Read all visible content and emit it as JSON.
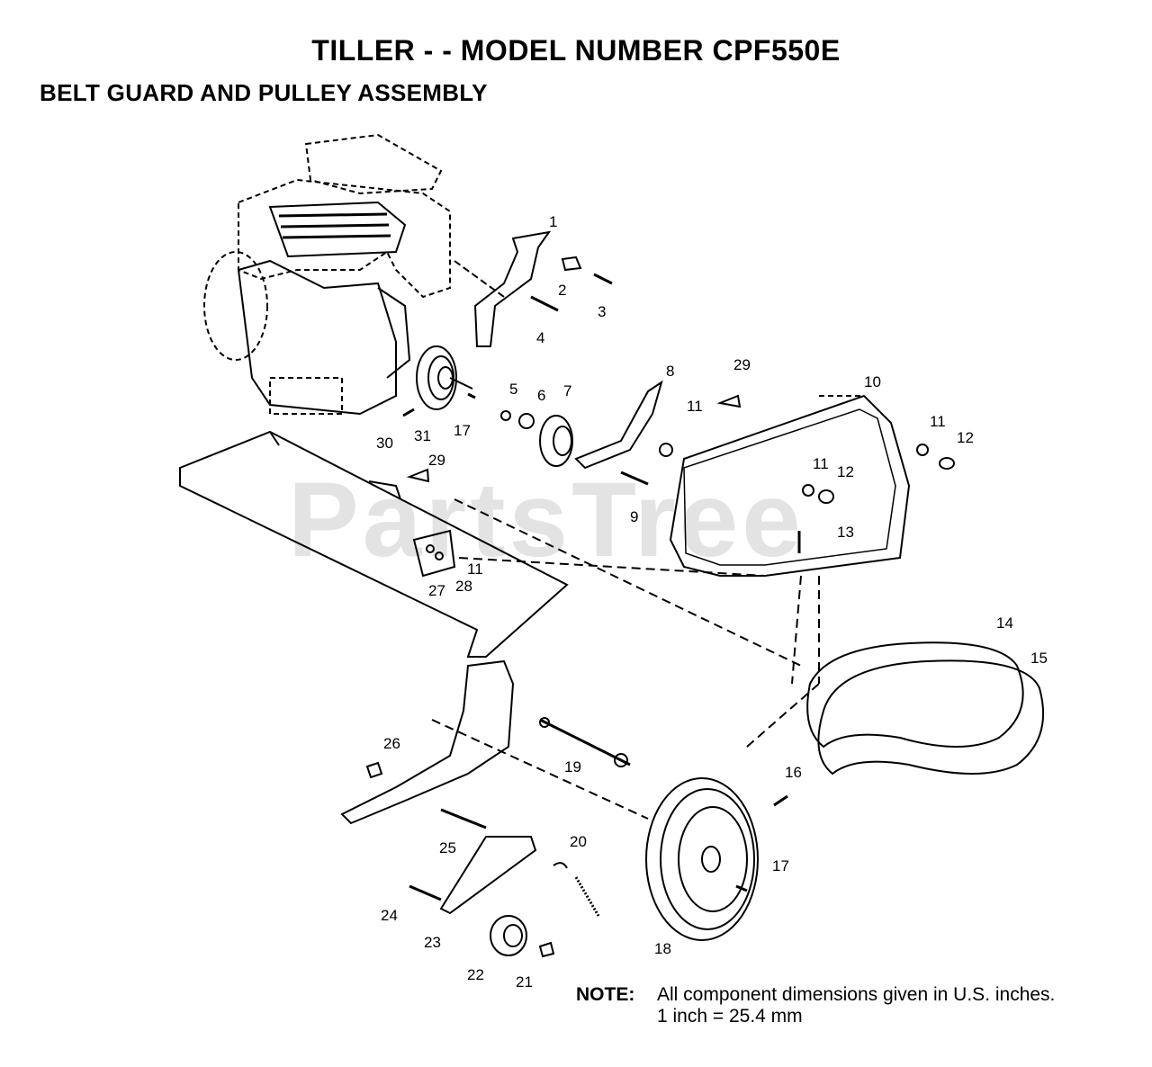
{
  "title": "TILLER - - MODEL NUMBER CPF550E",
  "subtitle": "BELT GUARD AND PULLEY ASSEMBLY",
  "watermark": "PartsTree",
  "note": {
    "label": "NOTE:",
    "line1": "All component dimensions given in U.S. inches.",
    "line2": "1 inch = 25.4 mm"
  },
  "callouts": [
    "1",
    "2",
    "3",
    "4",
    "5",
    "6",
    "7",
    "8",
    "9",
    "10",
    "11",
    "11",
    "11",
    "11",
    "12",
    "12",
    "13",
    "14",
    "15",
    "16",
    "17",
    "17",
    "18",
    "19",
    "20",
    "21",
    "22",
    "23",
    "24",
    "25",
    "26",
    "27",
    "28",
    "29",
    "29",
    "30",
    "31"
  ]
}
